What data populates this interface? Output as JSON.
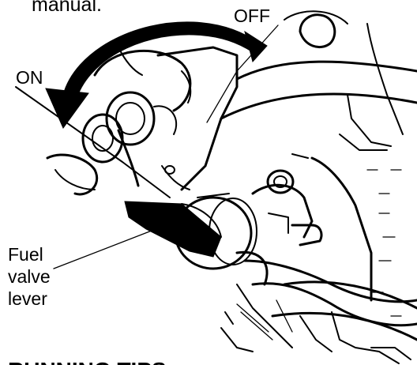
{
  "top_text": "manual.",
  "labels": {
    "off": "OFF",
    "on": "ON",
    "fuel_line_1": "Fuel",
    "fuel_line_2": "valve",
    "fuel_line_3": "lever"
  },
  "bottom_text": "RUNNING TIPS"
}
